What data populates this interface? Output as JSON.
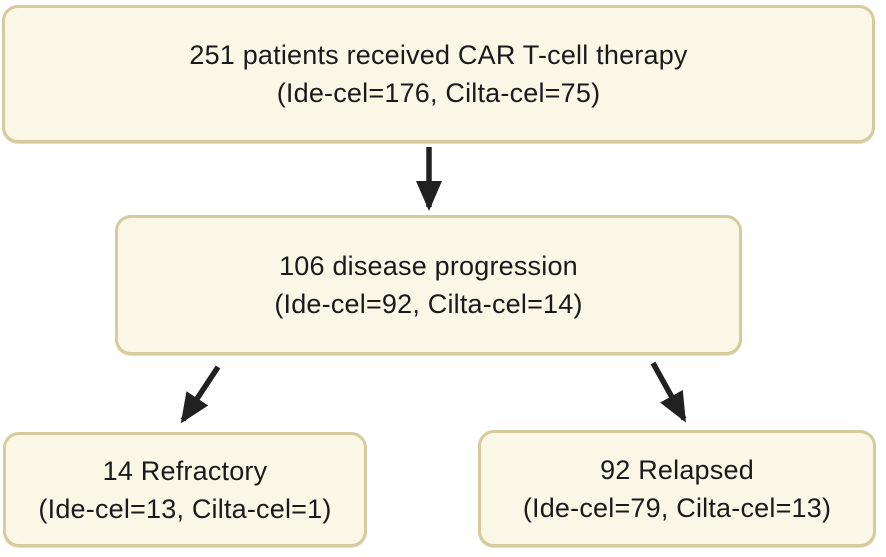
{
  "diagram": {
    "type": "flowchart",
    "nodes": [
      {
        "id": "therapy",
        "line1": "251 patients received CAR T-cell therapy",
        "line2": "(Ide-cel=176, Cilta-cel=75)"
      },
      {
        "id": "progression",
        "line1": "106 disease progression",
        "line2": "(Ide-cel=92, Cilta-cel=14)"
      },
      {
        "id": "refractory",
        "line1": "14 Refractory",
        "line2": "(Ide-cel=13, Cilta-cel=1)"
      },
      {
        "id": "relapsed",
        "line1": "92 Relapsed",
        "line2": "(Ide-cel=79, Cilta-cel=13)"
      }
    ],
    "edges": [
      {
        "from": "therapy",
        "to": "progression"
      },
      {
        "from": "progression",
        "to": "refractory"
      },
      {
        "from": "progression",
        "to": "relapsed"
      }
    ]
  },
  "colors": {
    "box_fill": "#fbf7e6",
    "box_border": "#d6cb9c",
    "arrow": "#212121",
    "text": "#1a1a1a",
    "background": "#ffffff"
  }
}
